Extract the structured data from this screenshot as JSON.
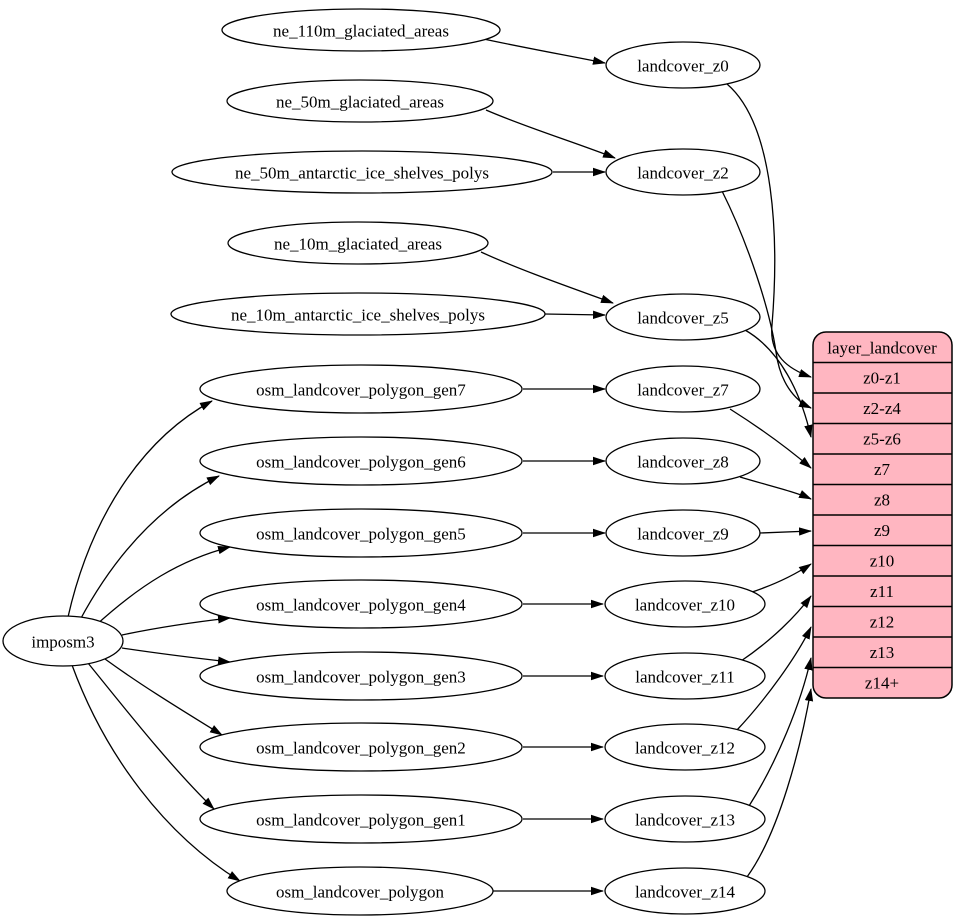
{
  "colors": {
    "background": "#ffffff",
    "node_fill": "#ffffff",
    "edge_stroke": "#000000",
    "table_fill": "#ffb6c1"
  },
  "root_node": {
    "label": "imposm3"
  },
  "left_nodes": [
    {
      "label": "ne_110m_glaciated_areas"
    },
    {
      "label": "ne_50m_glaciated_areas"
    },
    {
      "label": "ne_50m_antarctic_ice_shelves_polys"
    },
    {
      "label": "ne_10m_glaciated_areas"
    },
    {
      "label": "ne_10m_antarctic_ice_shelves_polys"
    },
    {
      "label": "osm_landcover_polygon_gen7"
    },
    {
      "label": "osm_landcover_polygon_gen6"
    },
    {
      "label": "osm_landcover_polygon_gen5"
    },
    {
      "label": "osm_landcover_polygon_gen4"
    },
    {
      "label": "osm_landcover_polygon_gen3"
    },
    {
      "label": "osm_landcover_polygon_gen2"
    },
    {
      "label": "osm_landcover_polygon_gen1"
    },
    {
      "label": "osm_landcover_polygon"
    }
  ],
  "middle_nodes": [
    {
      "label": "landcover_z0"
    },
    {
      "label": "landcover_z2"
    },
    {
      "label": "landcover_z5"
    },
    {
      "label": "landcover_z7"
    },
    {
      "label": "landcover_z8"
    },
    {
      "label": "landcover_z9"
    },
    {
      "label": "landcover_z10"
    },
    {
      "label": "landcover_z11"
    },
    {
      "label": "landcover_z12"
    },
    {
      "label": "landcover_z13"
    },
    {
      "label": "landcover_z14"
    }
  ],
  "table": {
    "title": "layer_landcover",
    "rows": [
      "z0-z1",
      "z2-z4",
      "z5-z6",
      "z7",
      "z8",
      "z9",
      "z10",
      "z11",
      "z12",
      "z13",
      "z14+"
    ]
  },
  "edges": [
    {
      "from": "imposm3",
      "to": "osm_landcover_polygon_gen7"
    },
    {
      "from": "imposm3",
      "to": "osm_landcover_polygon_gen6"
    },
    {
      "from": "imposm3",
      "to": "osm_landcover_polygon_gen5"
    },
    {
      "from": "imposm3",
      "to": "osm_landcover_polygon_gen4"
    },
    {
      "from": "imposm3",
      "to": "osm_landcover_polygon_gen3"
    },
    {
      "from": "imposm3",
      "to": "osm_landcover_polygon_gen2"
    },
    {
      "from": "imposm3",
      "to": "osm_landcover_polygon_gen1"
    },
    {
      "from": "imposm3",
      "to": "osm_landcover_polygon"
    },
    {
      "from": "ne_110m_glaciated_areas",
      "to": "landcover_z0"
    },
    {
      "from": "ne_50m_glaciated_areas",
      "to": "landcover_z2"
    },
    {
      "from": "ne_50m_antarctic_ice_shelves_polys",
      "to": "landcover_z2"
    },
    {
      "from": "ne_10m_glaciated_areas",
      "to": "landcover_z5"
    },
    {
      "from": "ne_10m_antarctic_ice_shelves_polys",
      "to": "landcover_z5"
    },
    {
      "from": "osm_landcover_polygon_gen7",
      "to": "landcover_z7"
    },
    {
      "from": "osm_landcover_polygon_gen6",
      "to": "landcover_z8"
    },
    {
      "from": "osm_landcover_polygon_gen5",
      "to": "landcover_z9"
    },
    {
      "from": "osm_landcover_polygon_gen4",
      "to": "landcover_z10"
    },
    {
      "from": "osm_landcover_polygon_gen3",
      "to": "landcover_z11"
    },
    {
      "from": "osm_landcover_polygon_gen2",
      "to": "landcover_z12"
    },
    {
      "from": "osm_landcover_polygon_gen1",
      "to": "landcover_z13"
    },
    {
      "from": "osm_landcover_polygon",
      "to": "landcover_z14"
    },
    {
      "from": "landcover_z0",
      "to": "layer_landcover:z0-z1"
    },
    {
      "from": "landcover_z2",
      "to": "layer_landcover:z2-z4"
    },
    {
      "from": "landcover_z5",
      "to": "layer_landcover:z5-z6"
    },
    {
      "from": "landcover_z7",
      "to": "layer_landcover:z7"
    },
    {
      "from": "landcover_z8",
      "to": "layer_landcover:z8"
    },
    {
      "from": "landcover_z9",
      "to": "layer_landcover:z9"
    },
    {
      "from": "landcover_z10",
      "to": "layer_landcover:z10"
    },
    {
      "from": "landcover_z11",
      "to": "layer_landcover:z11"
    },
    {
      "from": "landcover_z12",
      "to": "layer_landcover:z12"
    },
    {
      "from": "landcover_z13",
      "to": "layer_landcover:z13"
    },
    {
      "from": "landcover_z14",
      "to": "layer_landcover:z14+"
    }
  ]
}
